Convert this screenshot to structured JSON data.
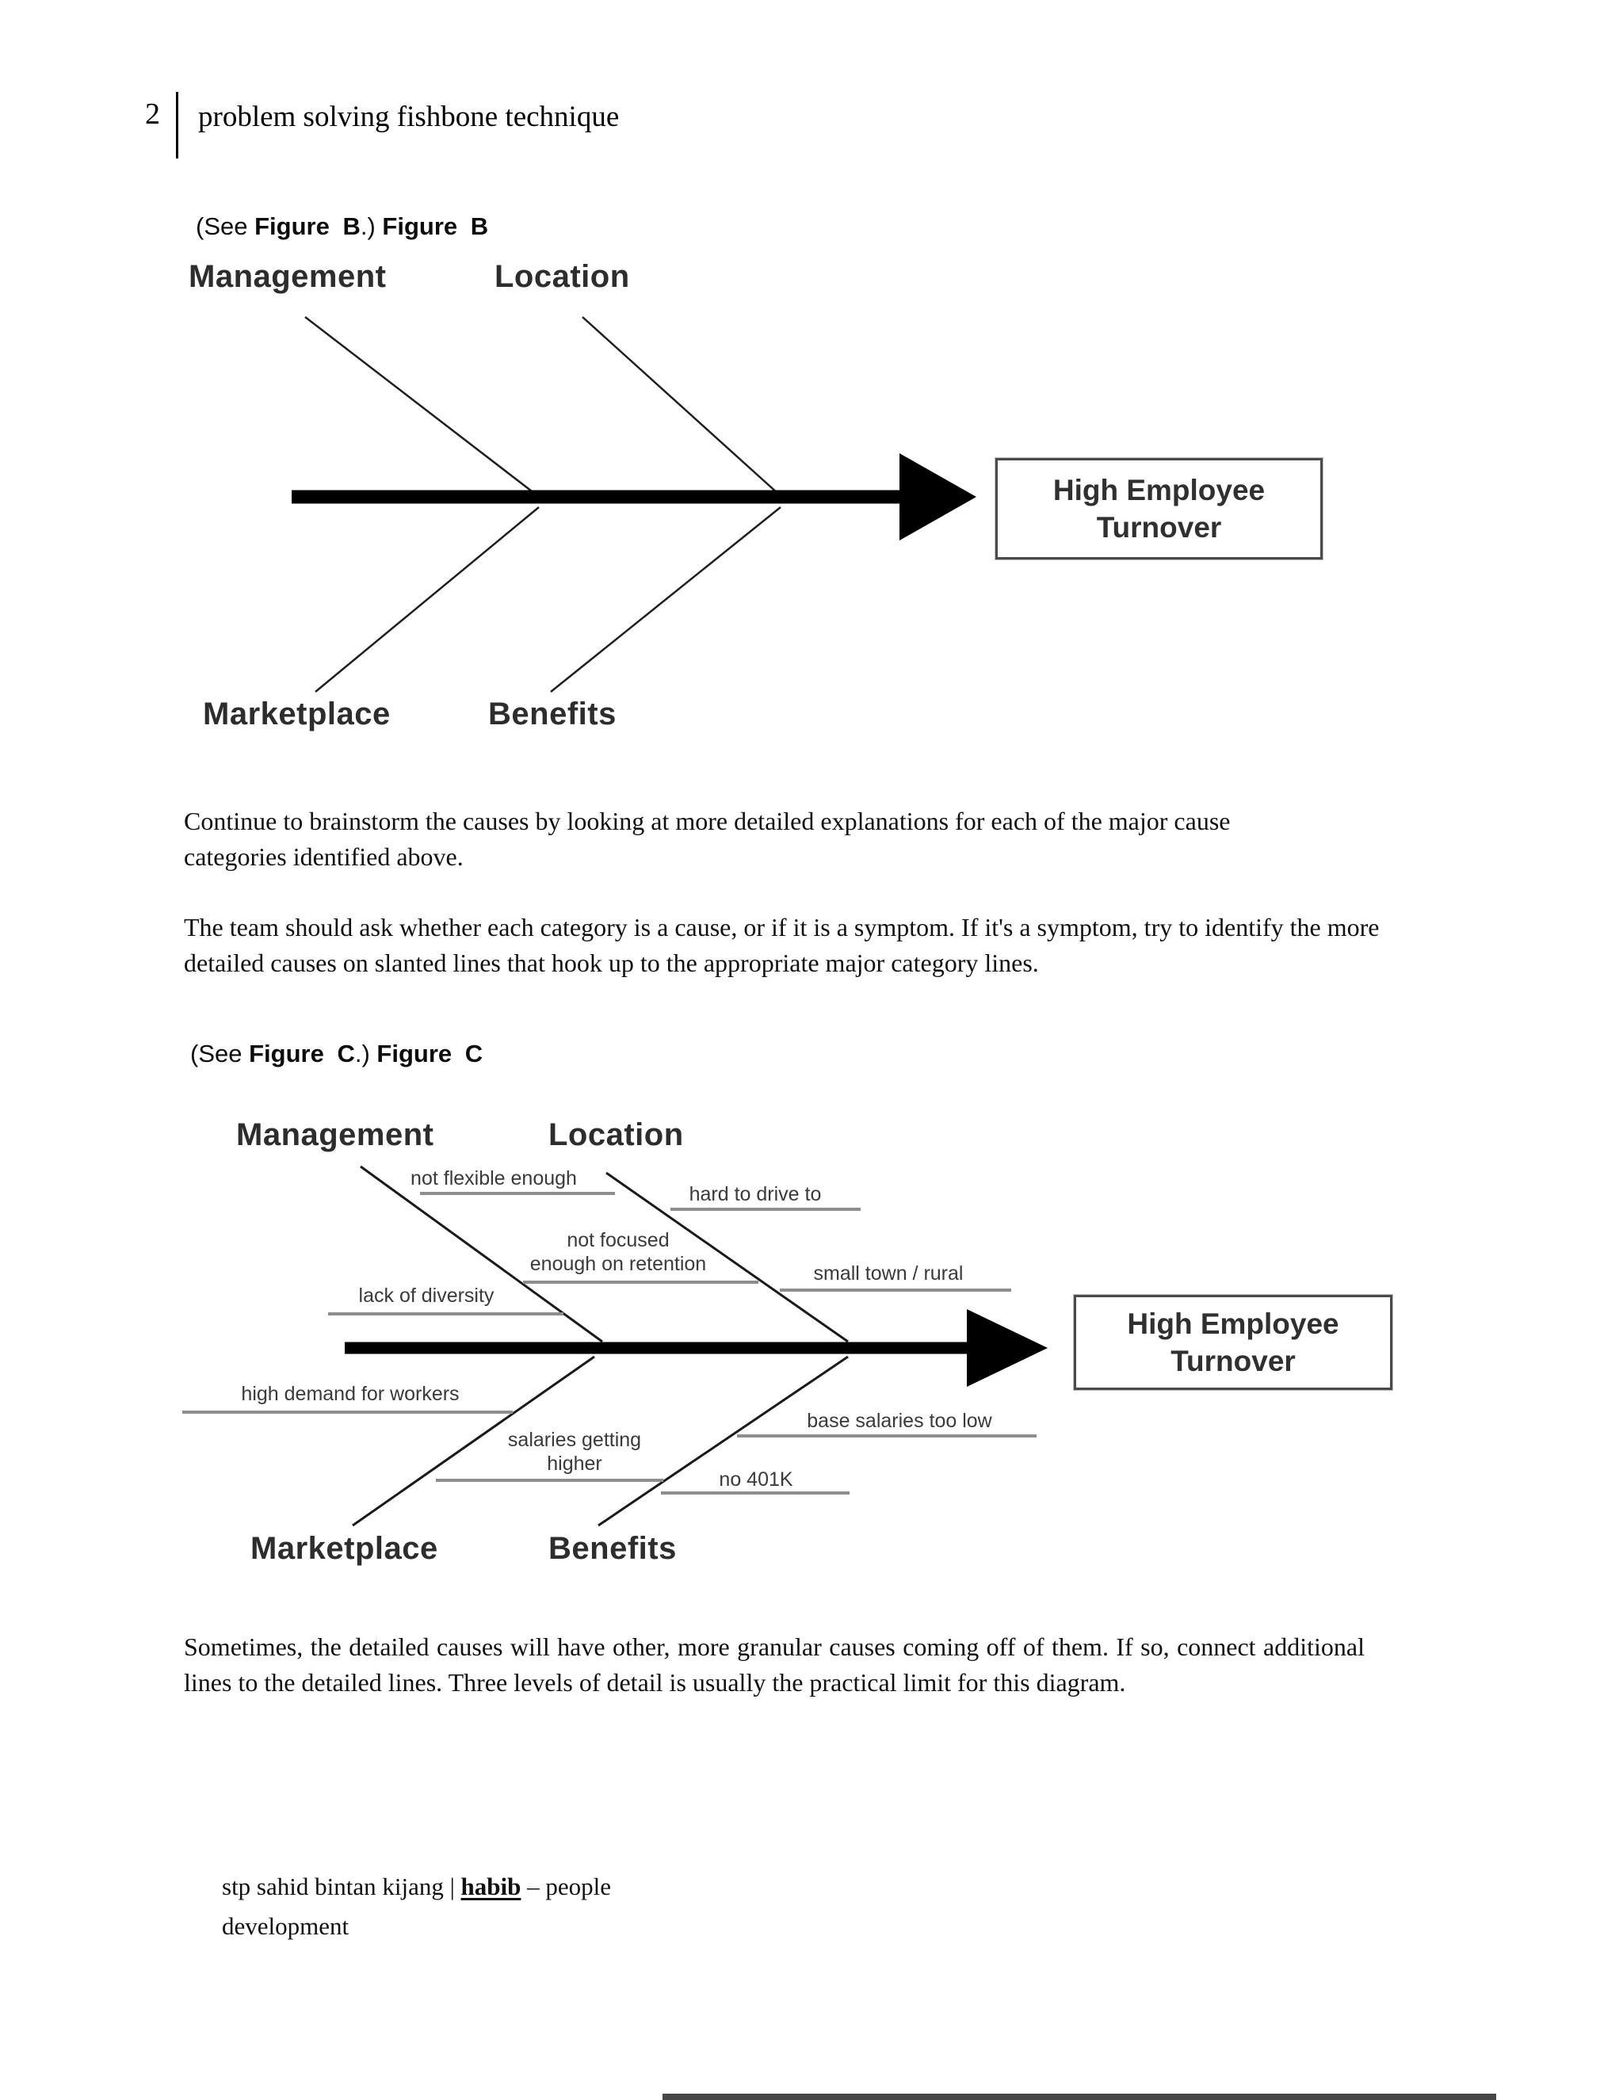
{
  "header": {
    "page_number": "2",
    "title": "problem solving fishbone technique"
  },
  "captions": {
    "b": {
      "prefix": "(See ",
      "ref": "Figure B",
      "close": ".) ",
      "label": "Figure B"
    },
    "c": {
      "prefix": "(See ",
      "ref": "Figure C",
      "close": ".) ",
      "label": "Figure C"
    }
  },
  "diagram": {
    "effect": "High Employee\nTurnover",
    "categories": {
      "top": [
        "Management",
        "Location"
      ],
      "bottom": [
        "Marketplace",
        "Benefits"
      ]
    }
  },
  "figure_c_causes": {
    "management": [
      "not flexible enough",
      "not focused\nenough on retention",
      "lack of diversity"
    ],
    "location": [
      "hard to drive to",
      "small town / rural"
    ],
    "marketplace": [
      "high demand for workers",
      "salaries getting\nhigher"
    ],
    "benefits": [
      "base salaries too low",
      "no 401K"
    ]
  },
  "paragraphs": {
    "p1": "Continue to brainstorm the causes by looking at more detailed explanations for each of the major cause categories identified above.",
    "p2": "The team should ask whether each category is a cause, or if it is a symptom. If it's a symptom, try to identify the more detailed causes on slanted lines that hook up to the appropriate major category lines.",
    "p3": "Sometimes, the detailed causes will have other, more granular causes coming off of them. If so, connect additional lines to the detailed lines. Three levels of detail is usually the practical limit for this diagram."
  },
  "footer": {
    "prefix": "stp sahid bintan kijang | ",
    "name": "habib",
    "suffix": " – people development"
  }
}
